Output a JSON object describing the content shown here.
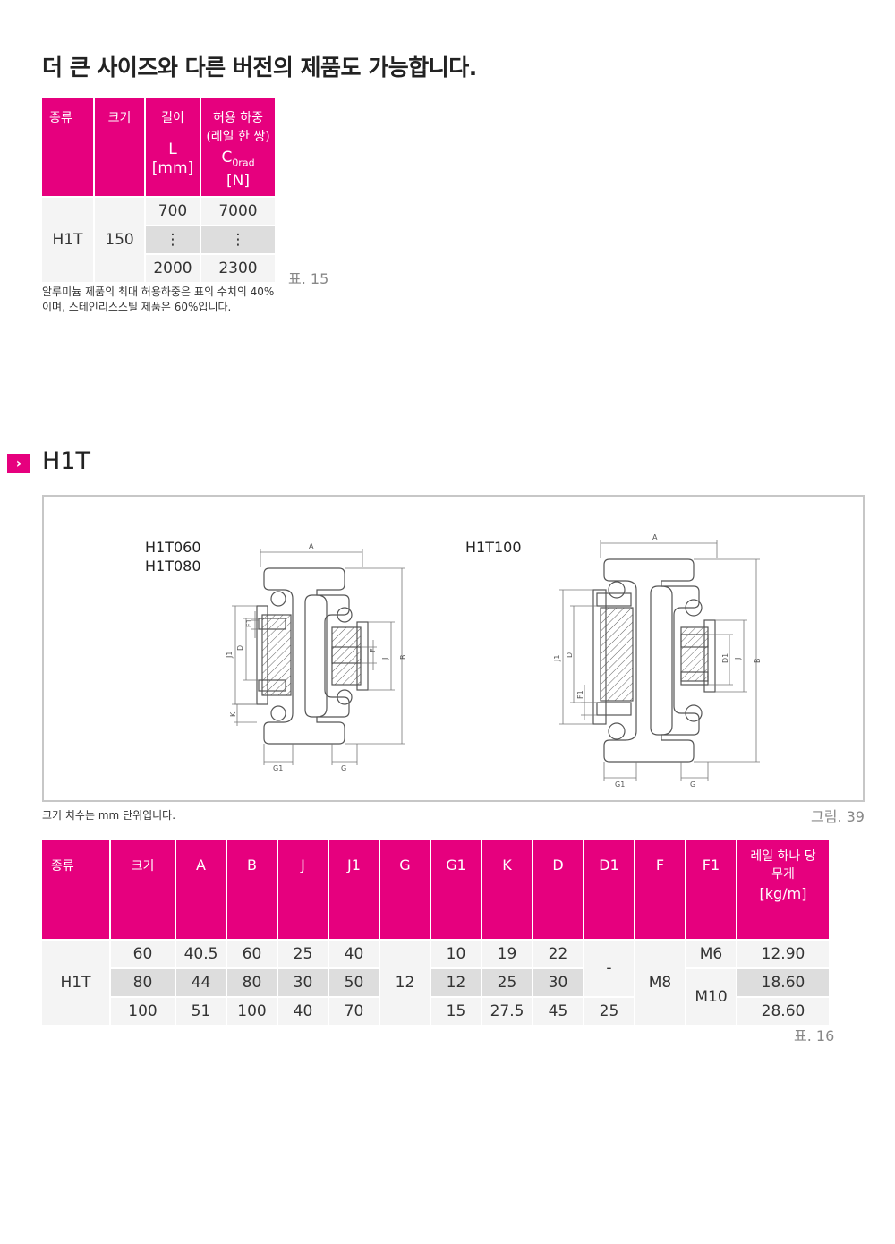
{
  "heading": "더 큰 사이즈와 다른 버전의 제품도 가능합니다.",
  "table15": {
    "headers": {
      "type": "종류",
      "size": "크기",
      "length": "길이",
      "length_unit_l": "L",
      "length_unit_mm": "[mm]",
      "load": "허용 하중",
      "load_sub": "(레일 한 쌍)",
      "load_c": "C",
      "load_c_sub": "0rad",
      "load_unit": "[N]"
    },
    "type": "H1T",
    "size": "150",
    "rows": [
      {
        "length": "700",
        "load": "7000"
      },
      {
        "length": "⋮",
        "load": "⋮"
      },
      {
        "length": "2000",
        "load": "2300"
      }
    ],
    "caption": "표. 15",
    "note": "알루미늄 제품의 최대 허용하중은 표의 수치의 40%이며, 스테인리스스틸 제품은 60%입니다."
  },
  "section": {
    "arrow": "›",
    "title": "H1T"
  },
  "figure": {
    "label_left_1": "H1T060",
    "label_left_2": "H1T080",
    "label_right": "H1T100",
    "dims": {
      "A": "A",
      "B": "B",
      "J": "J",
      "J1": "J1",
      "D": "D",
      "D1": "D1",
      "F": "F",
      "F1": "F1",
      "G": "G",
      "G1": "G1",
      "K": "K"
    },
    "caption": "크기 치수는 mm 단위입니다.",
    "ref": "그림. 39"
  },
  "table16": {
    "headers": [
      "종류",
      "크기",
      "A",
      "B",
      "J",
      "J1",
      "G",
      "G1",
      "K",
      "D",
      "D1",
      "F",
      "F1"
    ],
    "weight_header_1": "레일 하나 당",
    "weight_header_2": "무게",
    "weight_unit": "[kg/m]",
    "type": "H1T",
    "G": "12",
    "F": "M8",
    "D1_merged": "-",
    "F1_merged": "M10",
    "rows": [
      {
        "size": "60",
        "A": "40.5",
        "B": "60",
        "J": "25",
        "J1": "40",
        "G1": "10",
        "K": "19",
        "D": "22",
        "F1": "M6",
        "weight": "12.90"
      },
      {
        "size": "80",
        "A": "44",
        "B": "80",
        "J": "30",
        "J1": "50",
        "G1": "12",
        "K": "25",
        "D": "30",
        "weight": "18.60"
      },
      {
        "size": "100",
        "A": "51",
        "B": "100",
        "J": "40",
        "J1": "70",
        "G1": "15",
        "K": "27.5",
        "D": "45",
        "D1": "25",
        "weight": "28.60"
      }
    ],
    "caption": "표. 16"
  }
}
